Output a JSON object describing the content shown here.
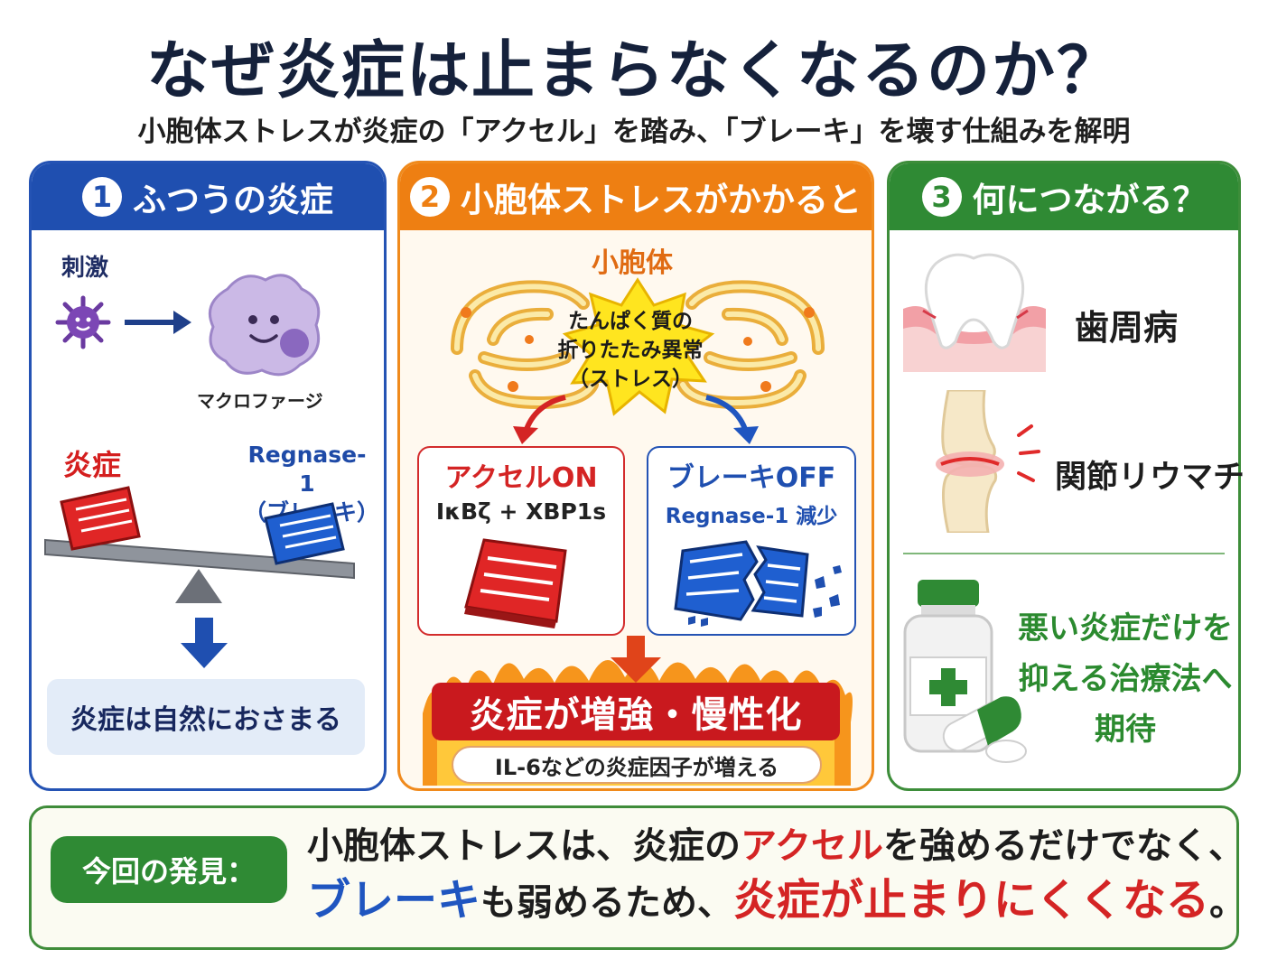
{
  "title": "なぜ炎症は止まらなくなるのか？",
  "subtitle": "小胞体ストレスが炎症の「アクセル」を踏み、「ブレーキ」を壊す仕組みを解明",
  "panels": [
    {
      "number": "1",
      "heading": "ふつうの炎症",
      "stimulus_label": "刺激",
      "cell_label": "マクロファージ",
      "inflammation_label": "炎症",
      "brake_label_line1": "Regnase-1",
      "brake_label_line2": "（ブレーキ）",
      "result": "炎症は自然におさまる"
    },
    {
      "number": "2",
      "heading": "小胞体ストレスがかかると",
      "organelle_label": "小胞体",
      "stress_line1": "たんぱく質の",
      "stress_line2": "折りたたみ異常",
      "stress_line3": "（ストレス）",
      "accel_title": "アクセルON",
      "accel_sub": "IκBζ + XBP1s",
      "brake_title": "ブレーキOFF",
      "brake_sub": "Regnase-1 減少",
      "result": "炎症が増強・慢性化",
      "result_sub": "IL-6などの炎症因子が増える"
    },
    {
      "number": "3",
      "heading": "何につながる？",
      "disease1": "歯周病",
      "disease2": "関節リウマチ",
      "hope_line1": "悪い炎症だけを",
      "hope_line2": "抑える治療法へ",
      "hope_line3": "期待"
    }
  ],
  "finding": {
    "badge": "今回の発見：",
    "line1_a": "小胞体ストレスは、炎症の",
    "line1_b": "アクセル",
    "line1_c": "を強めるだけでなく、",
    "line2_a": "ブレーキ",
    "line2_b": "も弱めるため、",
    "line2_c": "炎症が止まりにくくなる",
    "line2_d": "。"
  },
  "colors": {
    "blue": "#1f4fb0",
    "orange": "#ee7f12",
    "green": "#2f8a34",
    "red": "#d42424"
  },
  "icons": [
    "virus-icon",
    "macrophage-icon",
    "seesaw-icon",
    "er-organelle-icon",
    "burst-icon",
    "broken-brake-icon",
    "flame-icon",
    "tooth-icon",
    "joint-icon",
    "medicine-bottle-icon",
    "capsule-icon"
  ]
}
